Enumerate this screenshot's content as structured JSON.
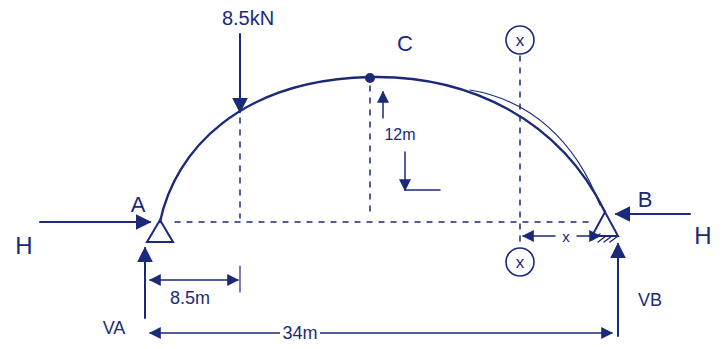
{
  "diagram": {
    "labels": [
      "8.5kN",
      "C",
      "x",
      "12m",
      "A",
      "x",
      "x",
      "B",
      "H",
      "H",
      "VA",
      "VB",
      "8.5m",
      "34m"
    ]
  }
}
